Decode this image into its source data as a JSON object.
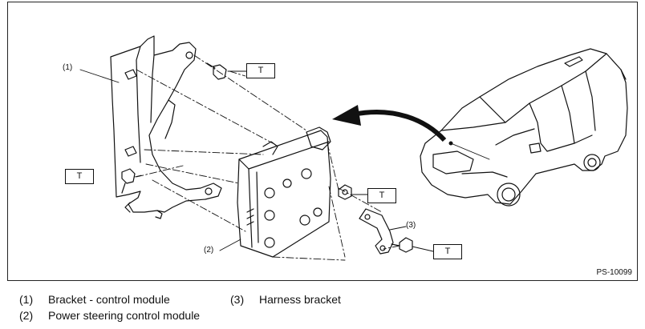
{
  "figure": {
    "id": "PS-10099",
    "torque_label": "T",
    "callouts": [
      "(1)",
      "(2)",
      "(3)"
    ]
  },
  "legend": [
    {
      "num": "(1)",
      "text": "Bracket - control module"
    },
    {
      "num": "(2)",
      "text": "Power steering control module"
    },
    {
      "num": "(3)",
      "text": "Harness bracket"
    }
  ]
}
